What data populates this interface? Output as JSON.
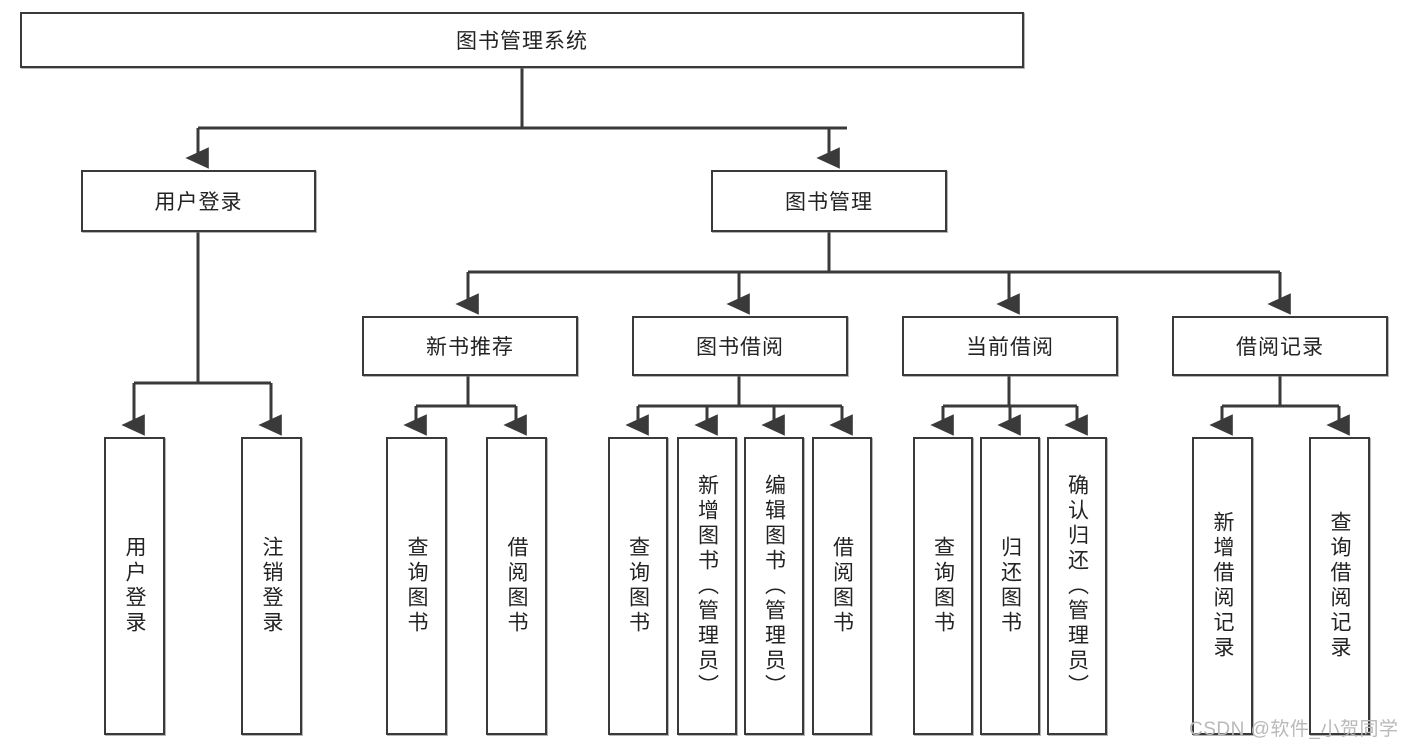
{
  "diagram": {
    "title": "图书管理系统",
    "watermark": "CSDN @软件_小贺同学",
    "accent_color": "#3a3a3a",
    "background_color": "#ffffff",
    "text_color": "#232323",
    "levels": {
      "root": {
        "label": "图书管理系统"
      },
      "level2": [
        {
          "label": "用户登录"
        },
        {
          "label": "图书管理"
        }
      ],
      "level3": [
        {
          "label": "新书推荐"
        },
        {
          "label": "图书借阅"
        },
        {
          "label": "当前借阅"
        },
        {
          "label": "借阅记录"
        }
      ],
      "leaves": [
        {
          "label": "用户登录",
          "parent": "用户登录"
        },
        {
          "label": "注销登录",
          "parent": "用户登录"
        },
        {
          "label": "查询图书",
          "parent": "新书推荐"
        },
        {
          "label": "借阅图书",
          "parent": "新书推荐"
        },
        {
          "label": "查询图书",
          "parent": "图书借阅"
        },
        {
          "label": "新增图书（管理员）",
          "parent": "图书借阅"
        },
        {
          "label": "编辑图书（管理员）",
          "parent": "图书借阅"
        },
        {
          "label": "借阅图书",
          "parent": "图书借阅"
        },
        {
          "label": "查询图书",
          "parent": "当前借阅"
        },
        {
          "label": "归还图书",
          "parent": "当前借阅"
        },
        {
          "label": "确认归还（管理员）",
          "parent": "当前借阅"
        },
        {
          "label": "新增借阅记录",
          "parent": "借阅记录"
        },
        {
          "label": "查询借阅记录",
          "parent": "借阅记录"
        }
      ]
    }
  }
}
